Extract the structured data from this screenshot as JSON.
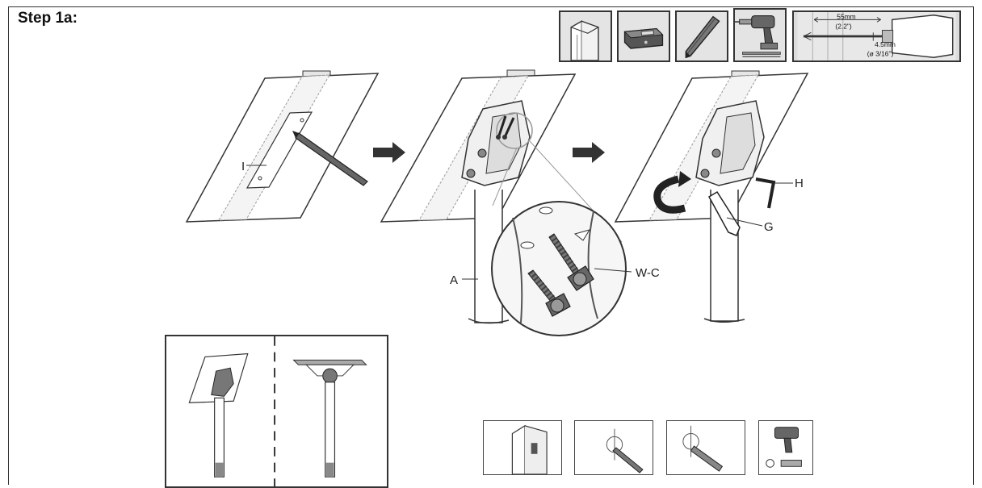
{
  "step": {
    "title": "Step 1a:"
  },
  "tools": {
    "drill_spec": {
      "depth_mm": "55mm",
      "depth_in": "(2.2\")",
      "bit_mm": "4.5mm",
      "bit_in": "(ø 3/16\")"
    }
  },
  "callouts": {
    "I": "I",
    "A": "A",
    "WC": "W-C",
    "H": "H",
    "G": "G"
  },
  "icons": [
    "post-icon",
    "stud-finder-icon",
    "pencil-icon",
    "drill-icon",
    "drill-depth-icon",
    "arrow-icon",
    "wrench-icon",
    "hex-key-icon",
    "lag-bolt-icon"
  ]
}
